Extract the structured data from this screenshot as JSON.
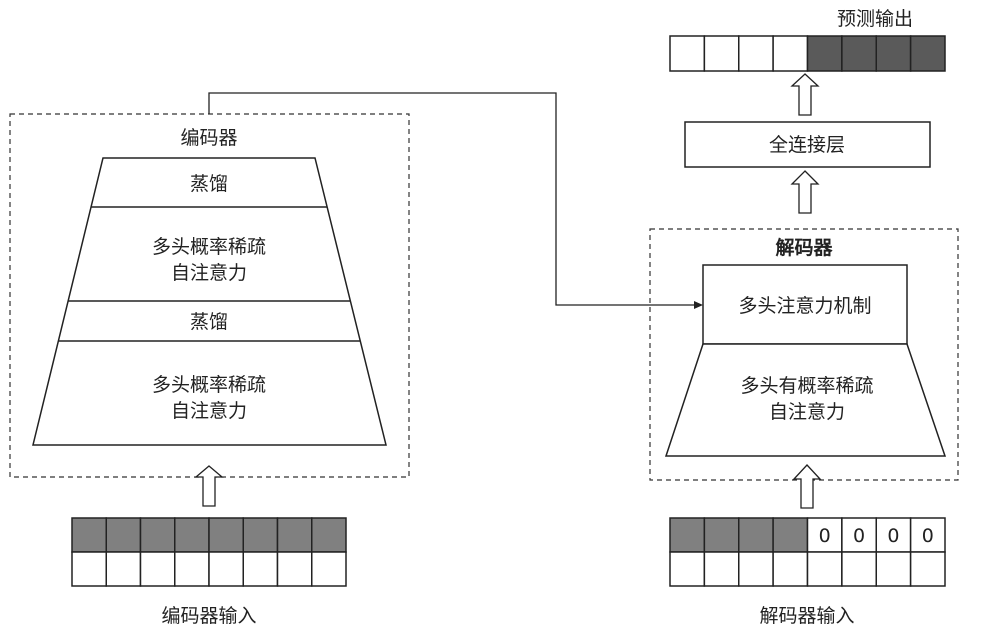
{
  "encoder": {
    "title": "编码器",
    "layers": [
      {
        "label_lines": [
          "蒸馏"
        ]
      },
      {
        "label_lines": [
          "多头概率稀疏",
          "自注意力"
        ]
      },
      {
        "label_lines": [
          "蒸馏"
        ]
      },
      {
        "label_lines": [
          "多头概率稀疏",
          "自注意力"
        ]
      }
    ],
    "input_label": "编码器输入",
    "input_grid": {
      "columns": 8,
      "row1": [
        "",
        "",
        "",
        "",
        "",
        "",
        "",
        ""
      ],
      "row1_filled": [
        true,
        true,
        true,
        true,
        true,
        true,
        true,
        true
      ],
      "row2": [
        "",
        "",
        "",
        "",
        "",
        "",
        "",
        ""
      ]
    }
  },
  "decoder": {
    "title": "解码器",
    "attention_label": "多头注意力机制",
    "self_attention_label_lines": [
      "多头有概率稀疏",
      "自注意力"
    ],
    "input_label": "解码器输入",
    "input_grid": {
      "columns": 8,
      "row1": [
        "",
        "",
        "",
        "",
        "0",
        "0",
        "0",
        "0"
      ],
      "row1_filled": [
        true,
        true,
        true,
        true,
        false,
        false,
        false,
        false
      ],
      "row2": [
        "",
        "",
        "",
        "",
        "",
        "",
        "",
        ""
      ]
    }
  },
  "fc_layer": {
    "label": "全连接层"
  },
  "output": {
    "title": "预测输出",
    "cells_filled": [
      false,
      false,
      false,
      false,
      true,
      true,
      true,
      true
    ]
  },
  "colors": {
    "input_fill": "#808080",
    "output_fill": "#5a5a5a",
    "stroke": "#222222"
  }
}
